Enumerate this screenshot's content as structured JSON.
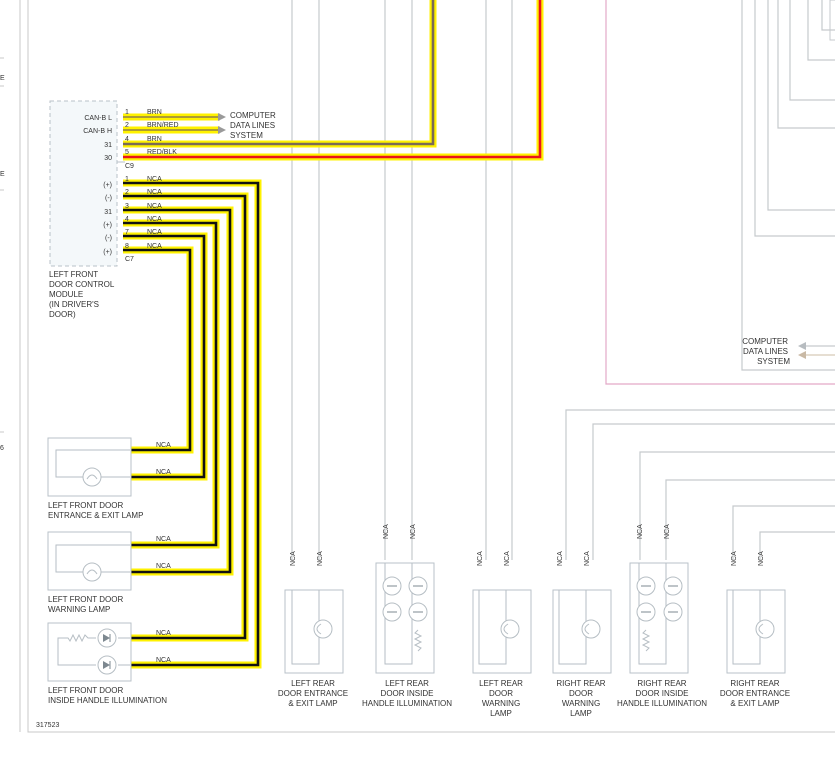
{
  "connector_c9": {
    "name": "C9",
    "pins": [
      {
        "pin": "1",
        "signal": "CAN-B L",
        "color": "BRN"
      },
      {
        "pin": "2",
        "signal": "CAN-B H",
        "color": "BRN/RED"
      },
      {
        "pin": "4",
        "signal": "31",
        "color": "BRN"
      },
      {
        "pin": "5",
        "signal": "30",
        "color": "RED/BLK"
      }
    ],
    "destination": [
      "COMPUTER",
      "DATA LINES",
      "SYSTEM"
    ]
  },
  "connector_c7": {
    "name": "C7",
    "pins": [
      {
        "pin": "1",
        "signal": "(+)",
        "color": "NCA"
      },
      {
        "pin": "2",
        "signal": "(-)",
        "color": "NCA"
      },
      {
        "pin": "3",
        "signal": "31",
        "color": "NCA"
      },
      {
        "pin": "4",
        "signal": "(+)",
        "color": "NCA"
      },
      {
        "pin": "7",
        "signal": "(-)",
        "color": "NCA"
      },
      {
        "pin": "8",
        "signal": "(+)",
        "color": "NCA"
      }
    ]
  },
  "module": {
    "lines": [
      "LEFT FRONT",
      "DOOR CONTROL",
      "MODULE",
      "(IN DRIVER'S",
      "DOOR)"
    ]
  },
  "right_destination": [
    "COMPUTER",
    "DATA LINES",
    "SYSTEM"
  ],
  "left_components": [
    {
      "lines": [
        "LEFT FRONT DOOR",
        "ENTRANCE & EXIT LAMP"
      ],
      "wires": [
        "NCA",
        "NCA"
      ]
    },
    {
      "lines": [
        "LEFT FRONT DOOR",
        "WARNING LAMP"
      ],
      "wires": [
        "NCA",
        "NCA"
      ]
    },
    {
      "lines": [
        "LEFT FRONT DOOR",
        "INSIDE HANDLE ILLUMINATION"
      ],
      "wires": [
        "NCA",
        "NCA"
      ]
    }
  ],
  "bottom_components": [
    {
      "lines": [
        "LEFT REAR",
        "DOOR ENTRANCE",
        "& EXIT LAMP"
      ],
      "wires": [
        "NCA",
        "NCA"
      ]
    },
    {
      "lines": [
        "LEFT REAR",
        "DOOR INSIDE",
        "HANDLE ILLUMINATION"
      ],
      "wires": [
        "NCA",
        "NCA"
      ]
    },
    {
      "lines": [
        "LEFT REAR",
        "DOOR",
        "WARNING",
        "LAMP"
      ],
      "wires": [
        "NCA",
        "NCA"
      ]
    },
    {
      "lines": [
        "RIGHT REAR",
        "DOOR",
        "WARNING",
        "LAMP"
      ],
      "wires": [
        "NCA",
        "NCA"
      ]
    },
    {
      "lines": [
        "RIGHT REAR",
        "DOOR INSIDE",
        "HANDLE ILLUMINATION"
      ],
      "wires": [
        "NCA",
        "NCA"
      ]
    },
    {
      "lines": [
        "RIGHT REAR",
        "DOOR ENTRANCE",
        "& EXIT LAMP"
      ],
      "wires": [
        "NCA",
        "NCA"
      ]
    }
  ],
  "edge_marks": [
    "E",
    "E",
    "6"
  ],
  "figure_number": "317523",
  "colors": {
    "highlight": "#fff200",
    "wire": "#111111",
    "power": "#e8141c",
    "bus": "#7a6a55",
    "pink": "#e3a9c7"
  }
}
